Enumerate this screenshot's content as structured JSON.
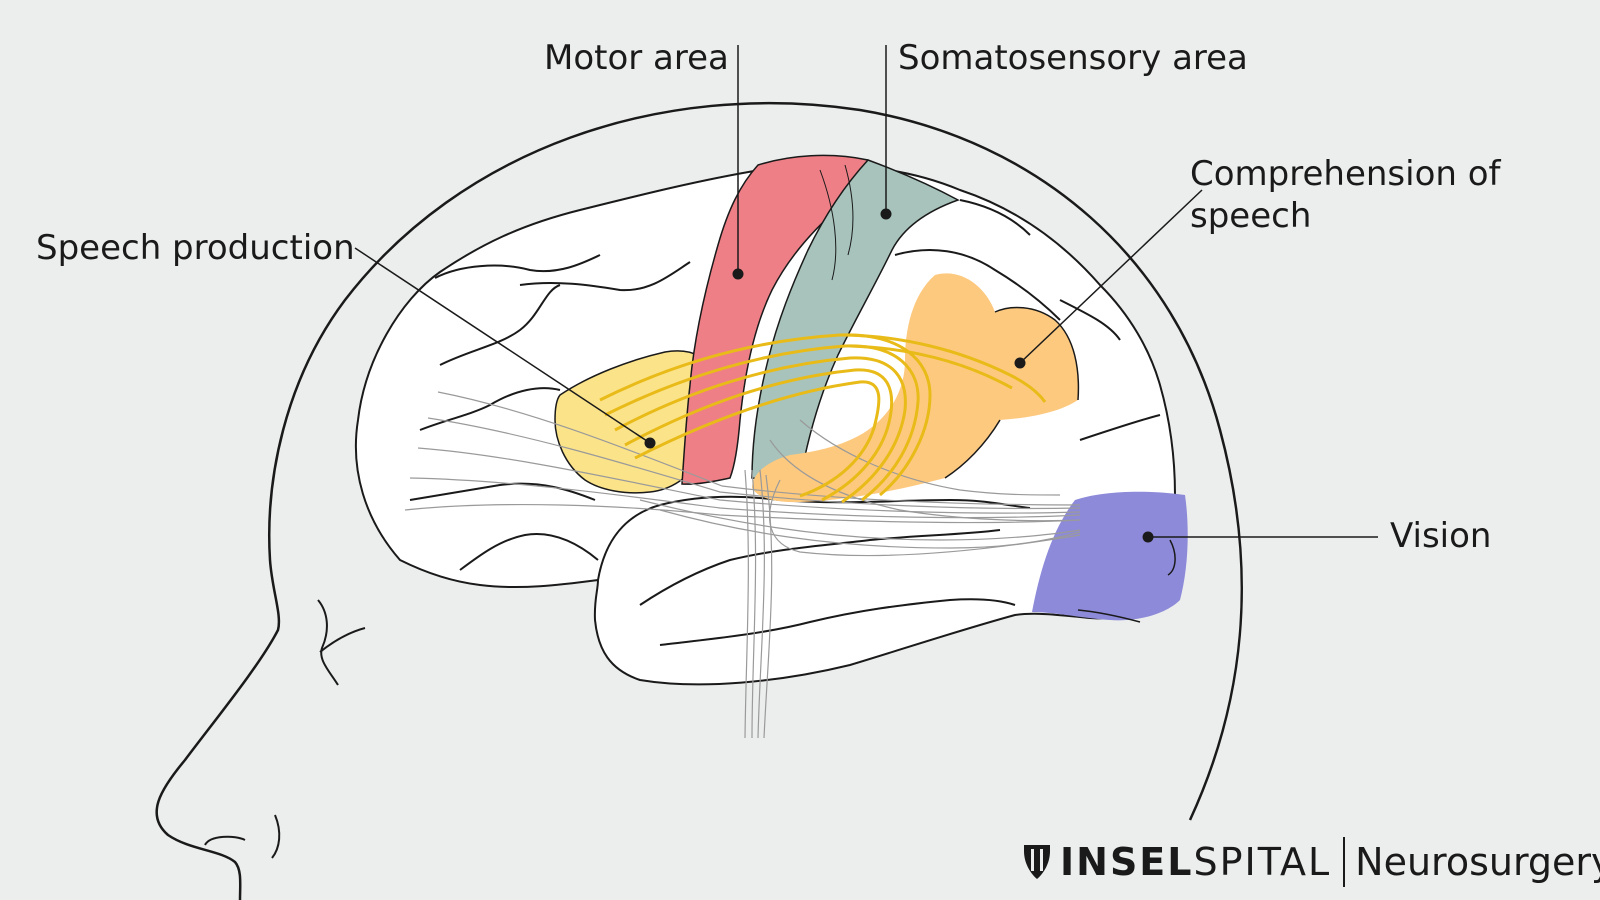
{
  "labels": {
    "motor_area": "Motor area",
    "somatosensory_area": "Somatosensory area",
    "comprehension_of_speech_line1": "Comprehension of",
    "comprehension_of_speech_line2": "speech",
    "speech_production": "Speech production",
    "vision": "Vision"
  },
  "branding": {
    "logo_bold": "INSEL",
    "logo_light": "SPITAL",
    "department": "Neurosurgery"
  },
  "colors": {
    "background": "#eceeed",
    "outline": "#1a1a1a",
    "speech_production": "#fbe38a",
    "motor": "#ef7f86",
    "somatosensory": "#a7c3bb",
    "comprehension": "#fdc97f",
    "vision": "#8d8ad9",
    "fibers": "#e9bb18"
  }
}
